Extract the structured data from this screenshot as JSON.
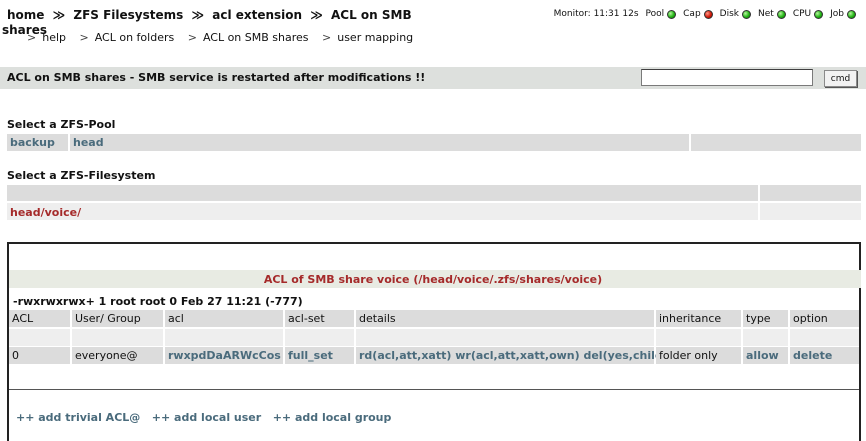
{
  "breadcrumb": {
    "items": [
      "home",
      "ZFS Filesystems",
      "acl extension",
      "ACL on SMB"
    ],
    "wrap": "shares",
    "separator": "≫"
  },
  "monitor": {
    "label": "Monitor: 11:31 12s",
    "items": [
      {
        "label": "Pool",
        "status": "green"
      },
      {
        "label": "Cap",
        "status": "red"
      },
      {
        "label": "Disk",
        "status": "green"
      },
      {
        "label": "Net",
        "status": "green"
      },
      {
        "label": "CPU",
        "status": "green"
      },
      {
        "label": "Job",
        "status": "green"
      }
    ]
  },
  "subnav": {
    "items": [
      "help",
      "ACL on folders",
      "ACL on SMB shares",
      "user mapping"
    ]
  },
  "titlebar": {
    "text": "ACL on SMB shares - SMB service is restarted after modifications !!",
    "input_value": "",
    "button_label": "cmd"
  },
  "pool": {
    "heading": "Select a ZFS-Pool",
    "options": [
      "backup",
      "head"
    ]
  },
  "filesystem": {
    "heading": "Select a ZFS-Filesystem",
    "selected": "head/voice/"
  },
  "acl": {
    "title": "ACL of SMB share voice (/head/voice/.zfs/shares/voice)",
    "permissions": "-rwxrwxrwx+ 1 root root 0 Feb 27 11:21 (-777)",
    "columns": [
      "ACL",
      "User/ Group",
      "acl",
      "acl-set",
      "details",
      "inheritance",
      "type",
      "option"
    ],
    "rows": [
      {
        "acl": "0",
        "user": "everyone@",
        "acl_value": "rwxpdDaARWcCos",
        "acl_set": "full_set",
        "details": "rd(acl,att,xatt) wr(acl,att,xatt,own) del(yes,child) x, s",
        "inheritance": "folder only",
        "type": "allow",
        "option": "delete"
      }
    ],
    "add_links": [
      "++ add trivial ACL@",
      "++ add local user",
      "++ add local group"
    ]
  },
  "colors": {
    "link": "#4a6b7c",
    "accent_red": "#a52a2a",
    "row_gray": "#dcdcdc",
    "titlebar": "#dde0dd"
  }
}
